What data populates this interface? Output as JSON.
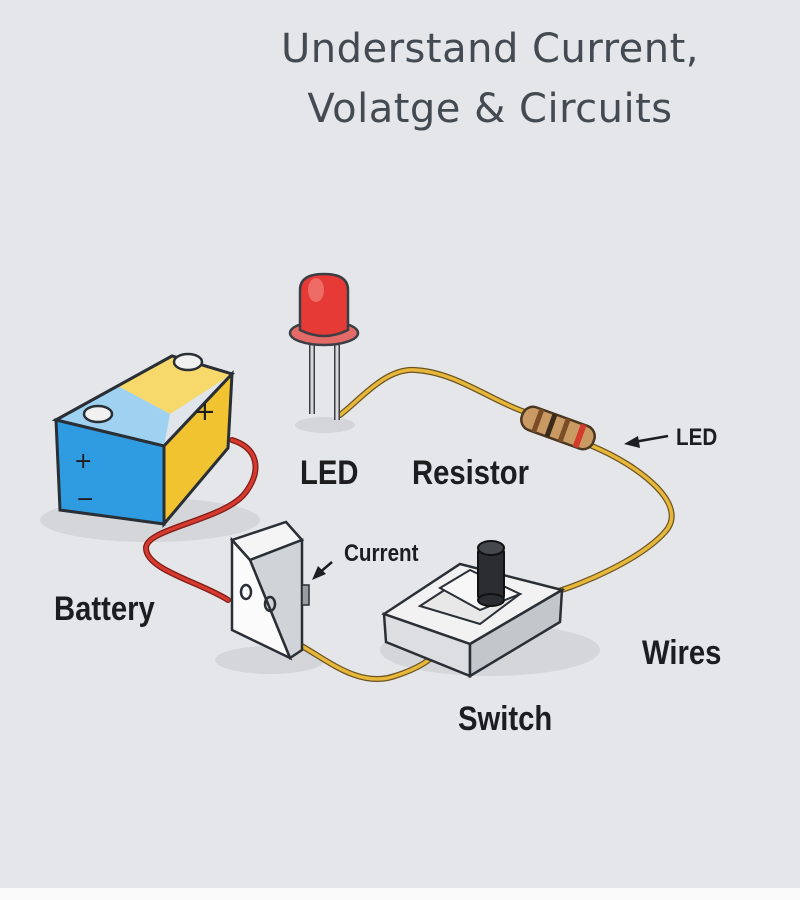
{
  "title": {
    "line1": "Understand Current,",
    "line2": "Volatge & Circuits"
  },
  "labels": {
    "led": "LED",
    "resistor": "Resistor",
    "battery": "Battery",
    "switch": "Switch",
    "wires": "Wires",
    "current": "Current",
    "led_pointer": "LED"
  },
  "battery_terminals": {
    "front_plus": "+",
    "front_minus": "−",
    "top_plus": "+"
  },
  "colors": {
    "background": "#e4e6e9",
    "battery_blue": "#2f9be0",
    "battery_yellow": "#f2c331",
    "led_red": "#e53a35",
    "wire_yellow": "#e6b73a",
    "wire_red": "#d63a2f",
    "resistor_tan": "#c99a63"
  },
  "icons": [
    "battery-icon",
    "led-icon",
    "resistor-icon",
    "switch-icon",
    "current-meter-icon",
    "arrow-left-icon"
  ]
}
